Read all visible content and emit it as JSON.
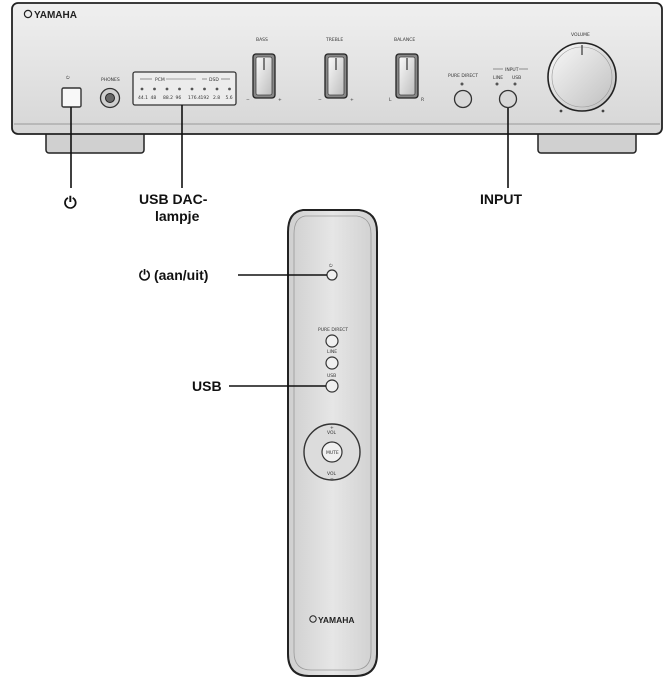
{
  "amplifier": {
    "brand": "YAMAHA",
    "knobs": {
      "bass": "BASS",
      "treble": "TREBLE",
      "balance": "BALANCE",
      "volume": "VOLUME"
    },
    "phones": "PHONES",
    "pure_direct": "PURE DIRECT",
    "input_header": "INPUT",
    "input_line": "LINE",
    "input_usb": "USB",
    "led_groups": {
      "pcm": "PCM",
      "dsd": "DSD"
    },
    "led_rates": [
      "44.1",
      "48",
      "88.2",
      "96",
      "176.4",
      "192",
      "2.8",
      "5.6"
    ]
  },
  "remote": {
    "brand": "YAMAHA",
    "pure_direct": "PURE DIRECT",
    "line": "LINE",
    "usb": "USB",
    "vol_up": "VOL",
    "vol_down": "VOL",
    "mute": "MUTE",
    "plus": "+",
    "minus": "−"
  },
  "callouts": {
    "power_icon": "⏻",
    "usb_dac_lamp_line1": "USB DAC-",
    "usb_dac_lamp_line2": "lampje",
    "input": "INPUT",
    "power_remote": "⏻ (aan/uit)",
    "usb": "USB"
  }
}
